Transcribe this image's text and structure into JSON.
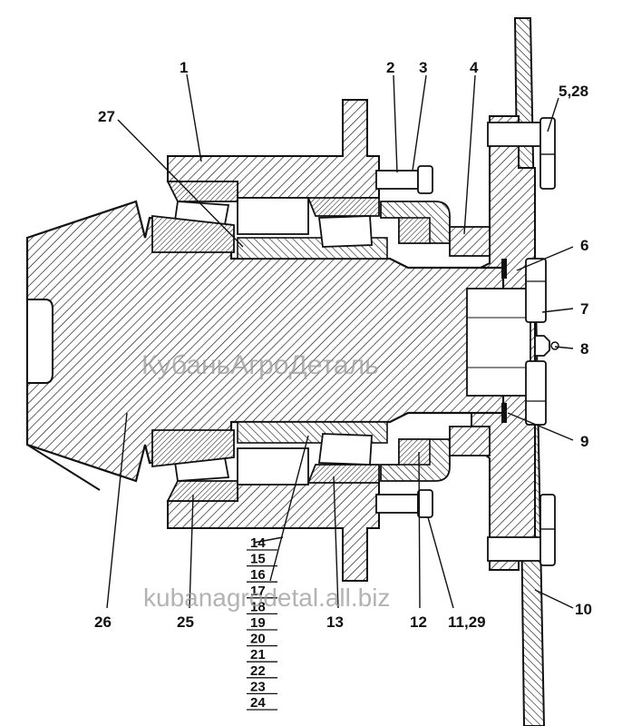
{
  "diagram": {
    "labels": {
      "l1": "1",
      "l2": "2",
      "l3": "3",
      "l4": "4",
      "l5_28": "5,28",
      "l6": "6",
      "l7": "7",
      "l8": "8",
      "l9": "9",
      "l10": "10",
      "l11_29": "11,29",
      "l12": "12",
      "l13": "13",
      "l25": "25",
      "l26": "26",
      "l27": "27"
    },
    "stack_labels": [
      "14",
      "15",
      "16",
      "17",
      "18",
      "19",
      "20",
      "21",
      "22",
      "23",
      "24"
    ]
  },
  "watermarks": {
    "center": "КубаньАгроДеталь",
    "bottom": "kubanagrodetal.all.biz"
  },
  "colors": {
    "ink": "#111111",
    "watermark": "#9a9a9a",
    "background": "#ffffff"
  }
}
